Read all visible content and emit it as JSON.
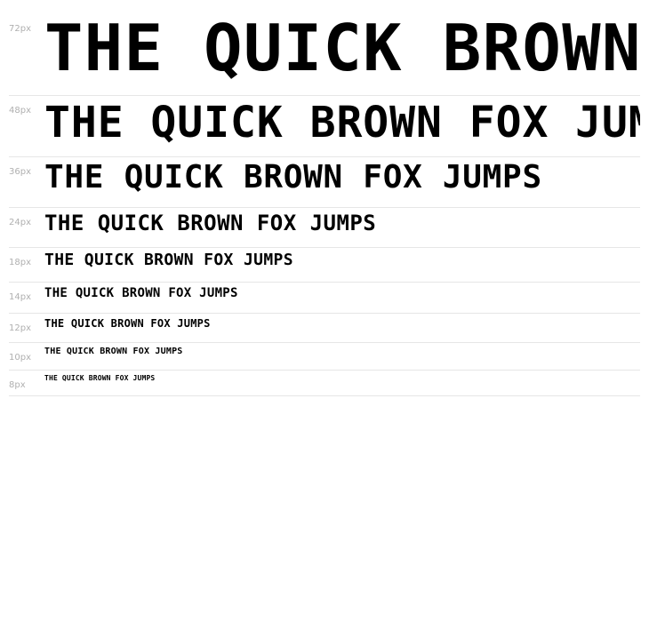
{
  "rows": [
    {
      "label": "72px",
      "text": "THE QUICK BROWN FOX JUMPS"
    },
    {
      "label": "48px",
      "text": "THE QUICK BROWN FOX JUMPS"
    },
    {
      "label": "36px",
      "text": "THE QUICK BROWN FOX JUMPS"
    },
    {
      "label": "24px",
      "text": "THE QUICK BROWN FOX JUMPS"
    },
    {
      "label": "18px",
      "text": "THE QUICK BROWN FOX JUMPS"
    },
    {
      "label": "14px",
      "text": "THE QUICK BROWN FOX JUMPS"
    },
    {
      "label": "12px",
      "text": "THE QUICK BROWN FOX JUMPS"
    },
    {
      "label": "10px",
      "text": "THE QUICK BROWN FOX JUMPS"
    },
    {
      "label": "8px",
      "text": "THE QUICK BROWN FOX JUMPS"
    }
  ]
}
